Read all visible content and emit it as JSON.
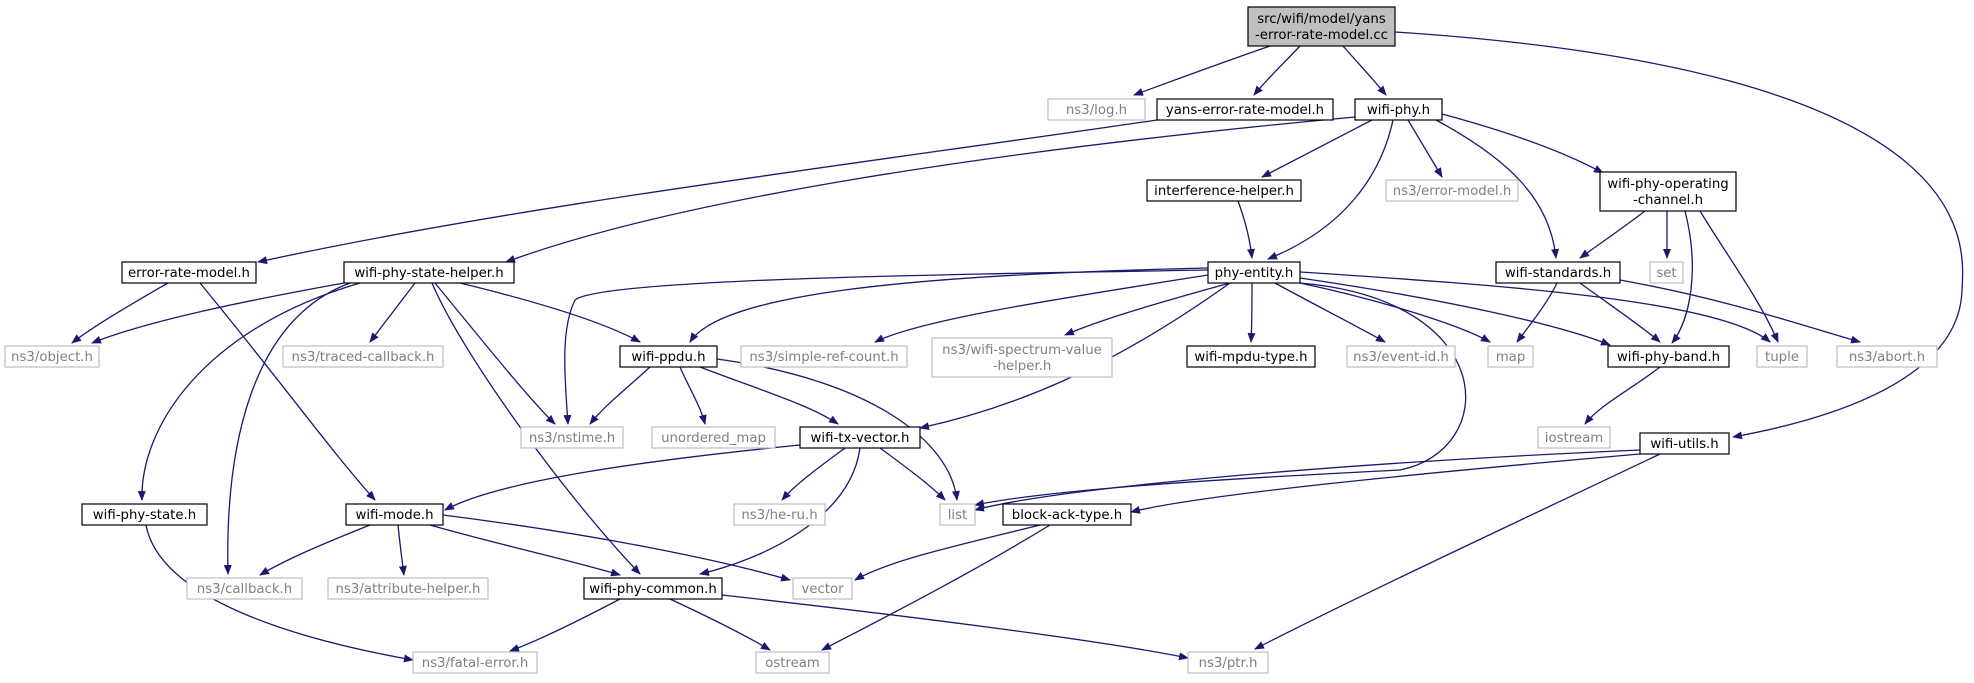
{
  "colors": {
    "edge": "#191970",
    "root_fill": "#bfbfbf",
    "node_border": "#000000",
    "sys_border": "#bfbfbf",
    "sys_text": "#7f7f7f"
  },
  "nodes": {
    "root": [
      "src/wifi/model/yans",
      "-error-rate-model.cc"
    ],
    "log": [
      "ns3/log.h"
    ],
    "yerm": [
      "yans-error-rate-model.h"
    ],
    "wphy": [
      "wifi-phy.h"
    ],
    "wutils": [
      "wifi-utils.h"
    ],
    "erm": [
      "error-rate-model.h"
    ],
    "wpsh": [
      "wifi-phy-state-helper.h"
    ],
    "ih": [
      "interference-helper.h"
    ],
    "pe": [
      "phy-entity.h"
    ],
    "nerm": [
      "ns3/error-model.h"
    ],
    "wpoc": [
      "wifi-phy-operating",
      "-channel.h"
    ],
    "wstd": [
      "wifi-standards.h"
    ],
    "set": [
      "set"
    ],
    "obj": [
      "ns3/object.h"
    ],
    "tcb": [
      "ns3/traced-callback.h"
    ],
    "ppdu": [
      "wifi-ppdu.h"
    ],
    "src": [
      "ns3/simple-ref-count.h"
    ],
    "wsvh": [
      "ns3/wifi-spectrum-value",
      "-helper.h"
    ],
    "mpdu": [
      "wifi-mpdu-type.h"
    ],
    "eid": [
      "ns3/event-id.h"
    ],
    "map": [
      "map"
    ],
    "band": [
      "wifi-phy-band.h"
    ],
    "tuple": [
      "tuple"
    ],
    "abort": [
      "ns3/abort.h"
    ],
    "nstime": [
      "ns3/nstime.h"
    ],
    "umap": [
      "unordered_map"
    ],
    "txv": [
      "wifi-tx-vector.h"
    ],
    "iostream": [
      "iostream"
    ],
    "wpstate": [
      "wifi-phy-state.h"
    ],
    "wmode": [
      "wifi-mode.h"
    ],
    "heru": [
      "ns3/he-ru.h"
    ],
    "list": [
      "list"
    ],
    "bat": [
      "block-ack-type.h"
    ],
    "cb": [
      "ns3/callback.h"
    ],
    "attr": [
      "ns3/attribute-helper.h"
    ],
    "vector": [
      "vector"
    ],
    "common": [
      "wifi-phy-common.h"
    ],
    "fatal": [
      "ns3/fatal-error.h"
    ],
    "ostream": [
      "ostream"
    ],
    "ptr": [
      "ns3/ptr.h"
    ]
  }
}
